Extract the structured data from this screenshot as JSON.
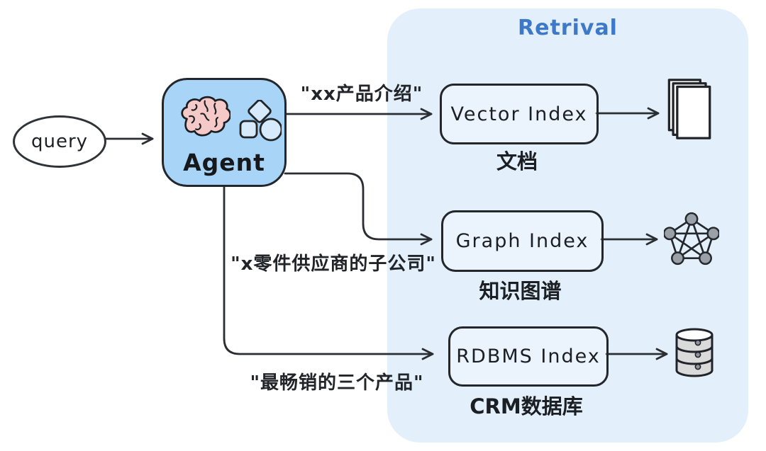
{
  "diagram": {
    "background": "#ffffff",
    "stroke_color": "#2a2e33",
    "retrieval_panel": {
      "title": "Retrival",
      "title_color": "#3d78c9",
      "bg_color": "#e3f0fb"
    },
    "query_node": {
      "label": "query"
    },
    "agent_node": {
      "label": "Agent",
      "bg_color": "#a8d4f7",
      "icons": [
        "brain-icon",
        "diamond-icon",
        "square-icon",
        "circle-icon"
      ]
    },
    "branches": [
      {
        "query_label": "\"xx产品介绍\"",
        "index_label": "Vector Index",
        "source_label": "文档",
        "result_icon": "documents-icon"
      },
      {
        "query_label": "\"x零件供应商的子公司\"",
        "index_label": "Graph Index",
        "source_label": "知识图谱",
        "result_icon": "knowledge-graph-icon"
      },
      {
        "query_label": "\"最畅销的三个产品\"",
        "index_label": "RDBMS Index",
        "source_label": "CRM数据库",
        "result_icon": "database-icon"
      }
    ]
  }
}
